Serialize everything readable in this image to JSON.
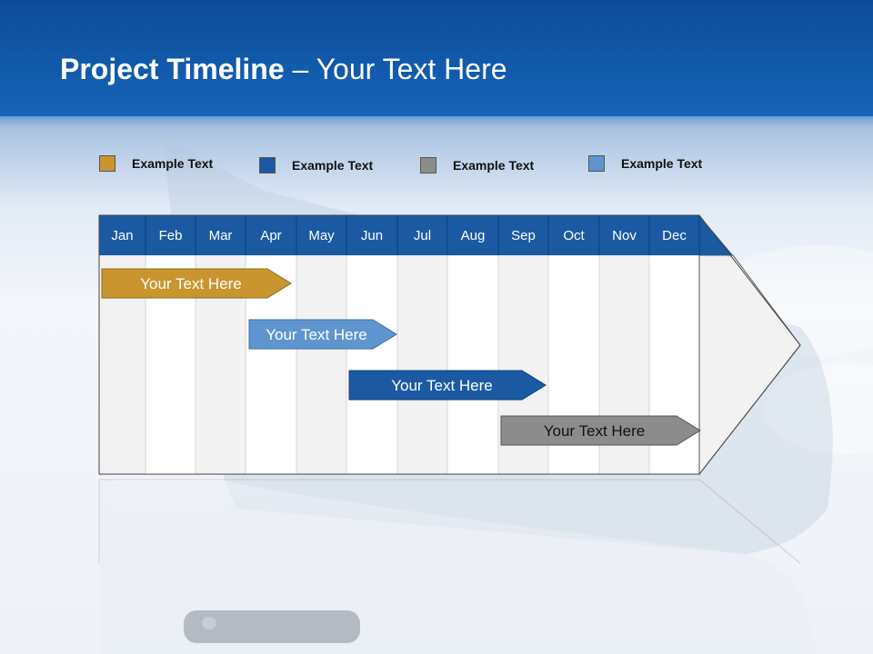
{
  "title": {
    "bold": "Project Timeline",
    "rest": " – Your Text Here"
  },
  "legend": [
    {
      "label": "Example Text",
      "color": "#c9952e"
    },
    {
      "label": "Example Text",
      "color": "#1b5aa3"
    },
    {
      "label": "Example Text",
      "color": "#8c8c8c"
    },
    {
      "label": "Example Text",
      "color": "#5f95cf"
    }
  ],
  "months": [
    "Jan",
    "Feb",
    "Mar",
    "Apr",
    "May",
    "Jun",
    "Jul",
    "Aug",
    "Sep",
    "Oct",
    "Nov",
    "Dec"
  ],
  "tasks": [
    {
      "label": "Your  Text Here",
      "color": "#c9952e",
      "text_color": "#ffffff"
    },
    {
      "label": "Your  Text Here",
      "color": "#5f95cf",
      "text_color": "#ffffff"
    },
    {
      "label": "Your  Text Here",
      "color": "#1b5aa3",
      "text_color": "#ffffff"
    },
    {
      "label": "Your  Text Here",
      "color": "#8c8c8c",
      "text_color": "#111111"
    }
  ],
  "colors": {
    "header_blue": "#1b5aa3",
    "column_light": "#f2f2f2",
    "column_white": "#ffffff"
  }
}
